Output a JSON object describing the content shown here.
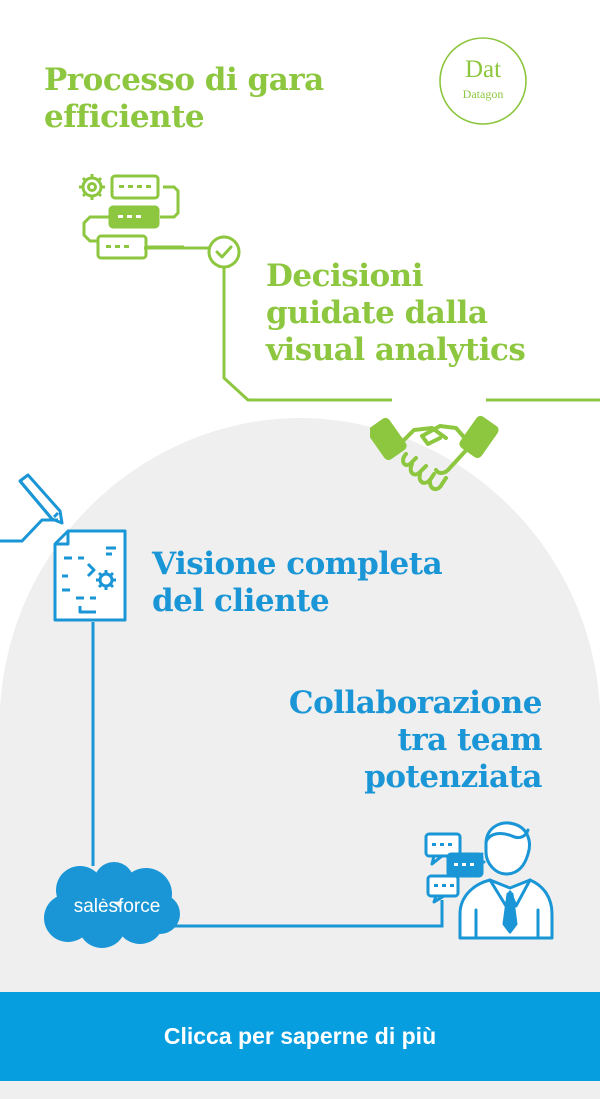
{
  "headings": {
    "gara": [
      "Processo di gara",
      "efficiente"
    ],
    "decisioni": [
      "Decisioni",
      "guidate dalla",
      "visual analytics"
    ],
    "visione": [
      "Visione completa",
      "del cliente"
    ],
    "collaborazione": [
      "Collaborazione",
      "tra team",
      "potenziata"
    ]
  },
  "logo": {
    "mark": "Dat",
    "name": "Datagon"
  },
  "salesforce": {
    "label": "salesforce"
  },
  "cta": {
    "label": "Clicca per saperne di più"
  },
  "colors": {
    "green": "#8dc63f",
    "blue": "#1a96d6",
    "cta_background": "#079ee0",
    "arch_background": "#efefef"
  },
  "icons": [
    "process-flow-icon",
    "check-circle-icon",
    "handshake-icon",
    "pencil-icon",
    "document-gear-icon",
    "salesforce-cloud-icon",
    "chat-person-icon"
  ]
}
